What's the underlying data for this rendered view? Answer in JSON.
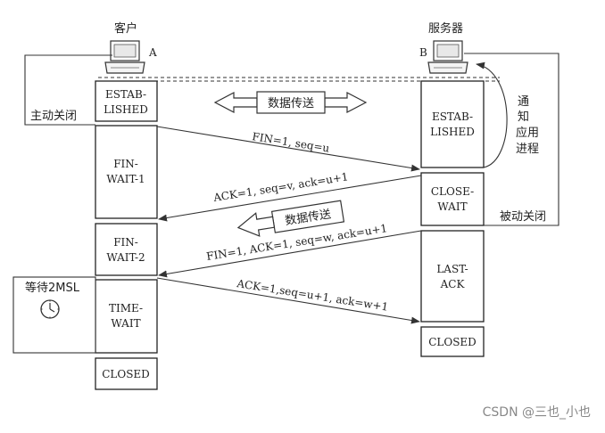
{
  "client": {
    "title": "客户",
    "letter": "A"
  },
  "server": {
    "title": "服务器",
    "letter": "B"
  },
  "client_states": {
    "established": [
      "ESTAB-",
      "LISHED"
    ],
    "fin_wait_1": [
      "FIN-",
      "WAIT-1"
    ],
    "fin_wait_2": [
      "FIN-",
      "WAIT-2"
    ],
    "time_wait": [
      "TIME-",
      "WAIT"
    ],
    "closed": "CLOSED"
  },
  "server_states": {
    "established": [
      "ESTAB-",
      "LISHED"
    ],
    "close_wait": [
      "CLOSE-",
      "WAIT"
    ],
    "last_ack": [
      "LAST-",
      "ACK"
    ],
    "closed": "CLOSED"
  },
  "labels": {
    "active_close": "主动关闭",
    "passive_close": "被动关闭",
    "notify_app": [
      "通",
      "知",
      "应用",
      "进程"
    ],
    "data_transfer_1": "数据传送",
    "data_transfer_2": "数据传送",
    "wait_2msl": "等待2MSL"
  },
  "messages": {
    "msg1": "FIN=1, seq=u",
    "msg2": "ACK=1, seq=v, ack=u+1",
    "msg3": "FIN=1, ACK=1, seq=w, ack=u+1",
    "msg4": "ACK=1,seq=u+1, ack=w+1"
  },
  "watermark": "CSDN @三也_小也"
}
